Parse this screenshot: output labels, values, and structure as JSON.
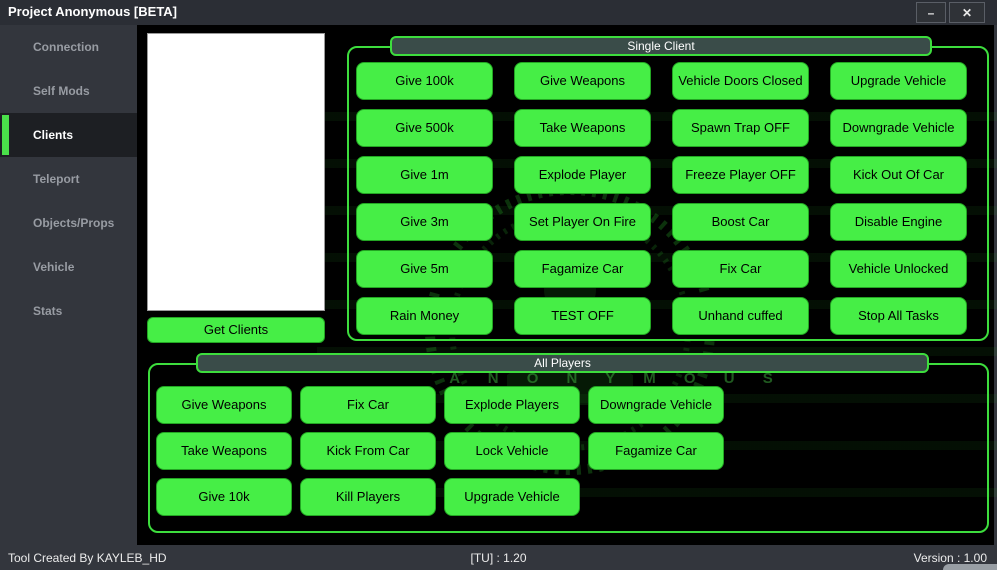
{
  "window": {
    "title": "Project Anonymous [BETA]",
    "minimize_glyph": "–",
    "close_glyph": "✕"
  },
  "sidebar": {
    "items": [
      {
        "label": "Connection"
      },
      {
        "label": "Self Mods"
      },
      {
        "label": "Clients"
      },
      {
        "label": "Teleport"
      },
      {
        "label": "Objects/Props"
      },
      {
        "label": "Vehicle"
      },
      {
        "label": "Stats"
      }
    ],
    "selected": "Clients"
  },
  "clients_panel": {
    "get_clients_label": "Get Clients",
    "listbox_items": []
  },
  "single_client": {
    "header": "Single Client",
    "buttons": [
      "Give 100k",
      "Give Weapons",
      "Vehicle Doors Closed",
      "Upgrade Vehicle",
      "Give 500k",
      "Take Weapons",
      "Spawn Trap OFF",
      "Downgrade Vehicle",
      "Give 1m",
      "Explode Player",
      "Freeze Player OFF",
      "Kick Out Of Car",
      "Give 3m",
      "Set Player On Fire",
      "Boost Car",
      "Disable Engine",
      "Give 5m",
      "Fagamize Car",
      "Fix Car",
      "Vehicle Unlocked",
      "Rain Money",
      "TEST OFF",
      "Unhand cuffed",
      "Stop All Tasks"
    ]
  },
  "all_players": {
    "header": "All Players",
    "buttons": [
      "Give Weapons",
      "Fix Car",
      "Explode Players",
      "Downgrade Vehicle",
      "Take Weapons",
      "Kick From Car",
      "Lock Vehicle",
      "Fagamize Car",
      "Give 10k",
      "Kill Players",
      "Upgrade Vehicle"
    ]
  },
  "status_bar": {
    "left": "Tool Created By KAYLEB_HD",
    "center": "[TU] : 1.20",
    "right": "Version : 1.00"
  },
  "watermark": {
    "text": "A N O N Y M O U S"
  },
  "colors": {
    "button_green": "#46ee46",
    "groupbox_border": "#3ddd3d",
    "tab_background": "#3a4c49",
    "chrome_background": "#33363d",
    "selected_accent": "#4ae04a"
  }
}
